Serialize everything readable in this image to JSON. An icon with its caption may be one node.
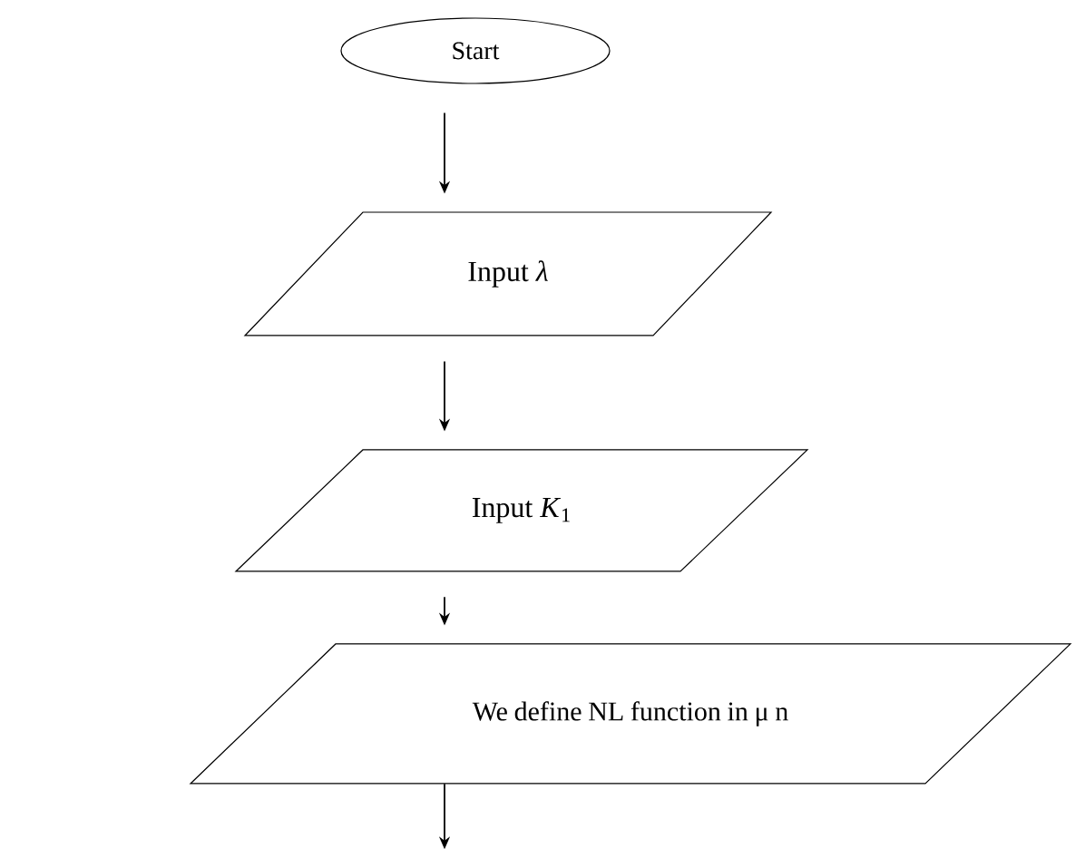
{
  "diagram": {
    "nodes": [
      {
        "text": [
          "Start"
        ]
      },
      {
        "text": [
          "Input *λ*"
        ]
      },
      {
        "text": [
          "Input *K*$_{1}$"
        ]
      },
      {
        "text": [
          "We define NL function in μ n"
        ]
      }
    ],
    "edges": [
      {
        "from": 0,
        "to": 1,
        "arrow": "to"
      },
      {
        "from": 1,
        "to": 2,
        "arrow": "to"
      },
      {
        "from": 2,
        "to": 3,
        "arrow": "to"
      },
      {
        "from": 3,
        "to": null,
        "arrow": "to"
      }
    ]
  }
}
